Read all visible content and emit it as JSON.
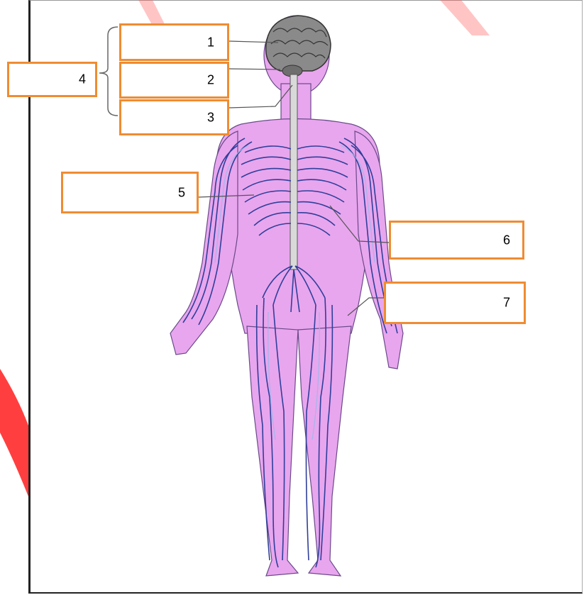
{
  "labels": [
    "1",
    "2",
    "3",
    "4",
    "5",
    "6",
    "7"
  ],
  "colors": {
    "box_border": "#ef8c32",
    "skin": "#e8a6ee",
    "nerve": "#2f3f9a",
    "nerve_light": "#9ab8ea",
    "brain": "#8a8a8a",
    "spine": "#d9d9d9",
    "accent_red": "#ff1e1e"
  }
}
